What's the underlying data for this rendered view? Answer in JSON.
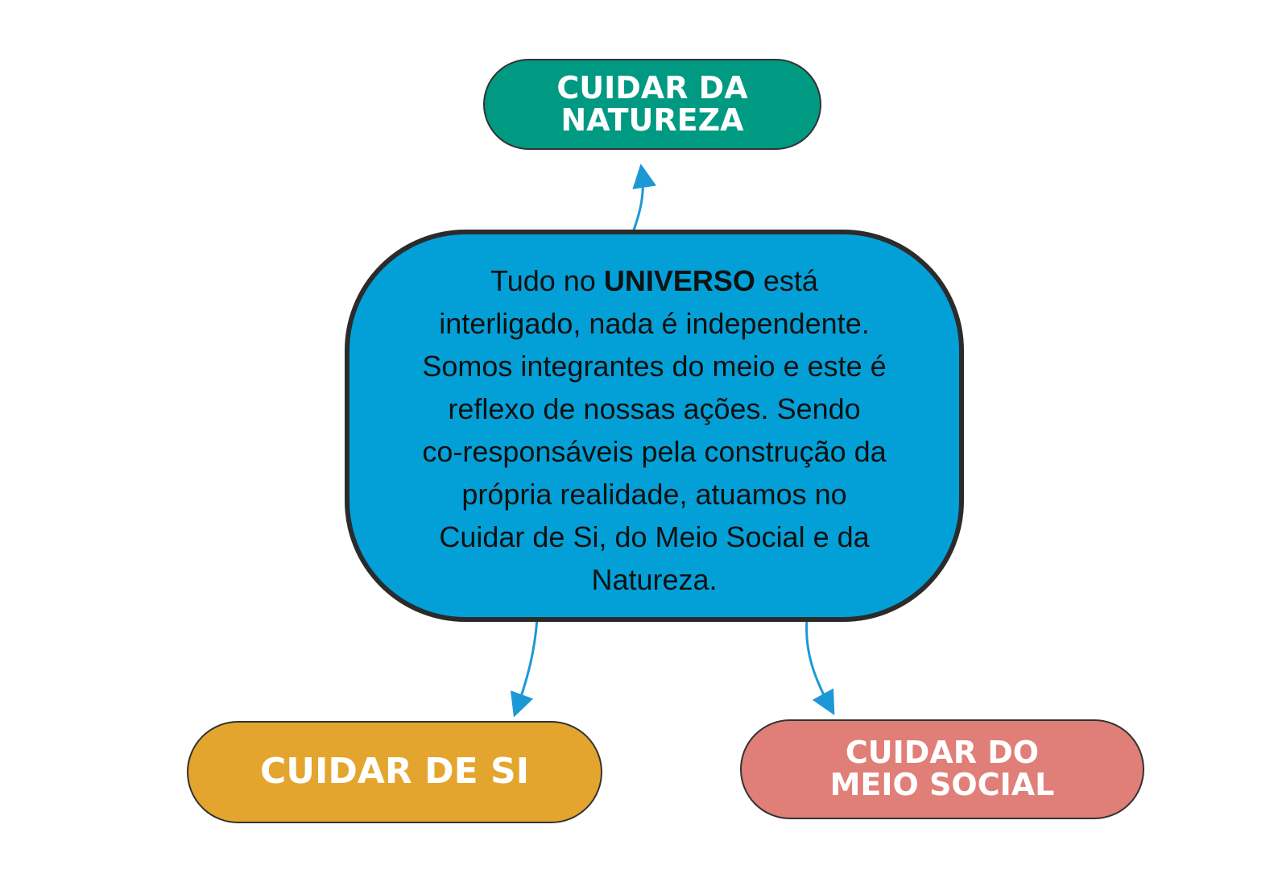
{
  "colors": {
    "natureza": "#009a82",
    "si": "#e3a52d",
    "social": "#e07e78",
    "center": "#03a0d8",
    "arrow": "#1d98d6",
    "border": "#333333"
  },
  "nodes": {
    "natureza": {
      "line1": "CUIDAR DA",
      "line2": "NATUREZA"
    },
    "si": {
      "line1": "CUIDAR DE SI"
    },
    "social": {
      "line1": "CUIDAR DO",
      "line2": "MEIO SOCIAL"
    }
  },
  "center": {
    "lines": [
      {
        "before": "Tudo no ",
        "bold": "UNIVERSO",
        "after": " está"
      },
      "interligado, nada é independente.",
      "Somos integrantes do meio e este é",
      "reflexo de nossas ações. Sendo",
      "co-responsáveis pela construção da",
      "própria realidade, atuamos no",
      "Cuidar de Si, do Meio Social e da",
      "Natureza."
    ]
  },
  "edges": [
    {
      "from": "center",
      "to": "natureza"
    },
    {
      "from": "center",
      "to": "si"
    },
    {
      "from": "center",
      "to": "social"
    }
  ]
}
